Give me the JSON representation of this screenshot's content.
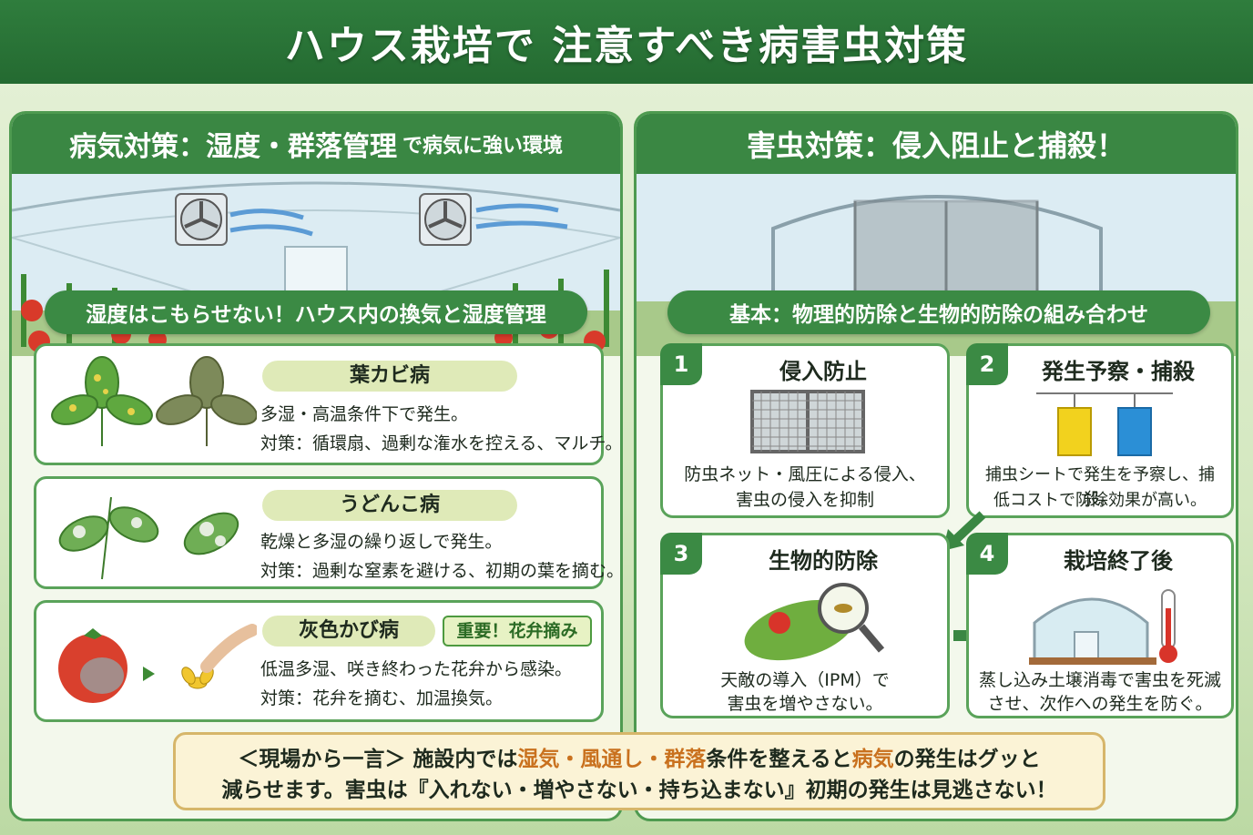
{
  "header": {
    "title": "ハウス栽培で 注意すべき病害虫対策"
  },
  "left": {
    "title_main": "病気対策：湿度・群落管理",
    "title_small": "で病気に強い環境",
    "banner": "湿度はこもらせない！ハウス内の換気と湿度管理",
    "cards": [
      {
        "name": "葉カビ病",
        "line1": "多湿・高温条件下で発生。",
        "line2": "対策：循環扇、過剰な潅水を控える、マルチ。"
      },
      {
        "name": "うどんこ病",
        "line1": "乾燥と多湿の繰り返しで発生。",
        "line2": "対策：過剰な窒素を避ける、初期の葉を摘む。"
      },
      {
        "name": "灰色かび病",
        "badge": "重要！花弁摘み",
        "line1": "低温多湿、咲き終わった花弁から感染。",
        "line2": "対策：花弁を摘む、加温換気。"
      }
    ]
  },
  "right": {
    "title": "害虫対策：侵入阻止と捕殺！",
    "banner": "基本：物理的防除と生物的防除の組み合わせ",
    "cards": [
      {
        "num": "1",
        "title": "侵入防止",
        "line1": "防虫ネット・風圧による侵入、",
        "line2": "害虫の侵入を抑制"
      },
      {
        "num": "2",
        "title": "発生予察・捕殺",
        "line1": "捕虫シートで発生を予察し、捕殺。",
        "line2": "低コストで防除効果が高い。"
      },
      {
        "num": "3",
        "title": "生物的防除",
        "line1": "天敵の導入（IPM）で",
        "line2": "害虫を増やさない。"
      },
      {
        "num": "4",
        "title": "栽培終了後",
        "line1": "蒸し込み土壌消毒で害虫を死滅",
        "line2": "させ、次作への発生を防ぐ。"
      }
    ]
  },
  "footer": {
    "p1": "＜現場から一言＞ 施設内では",
    "h1": "湿気・風通し・群落",
    "p2": "条件を整えると",
    "h2": "病気",
    "p3": "の発生はグッと",
    "p4": "減らせます。害虫は『入れない・増やさない・持ち込まない』初期の発生は見逃さない！"
  },
  "colors": {
    "primary_green": "#3a8743",
    "highlight": "#c9711e",
    "footer_bg": "#fbf3d6"
  }
}
